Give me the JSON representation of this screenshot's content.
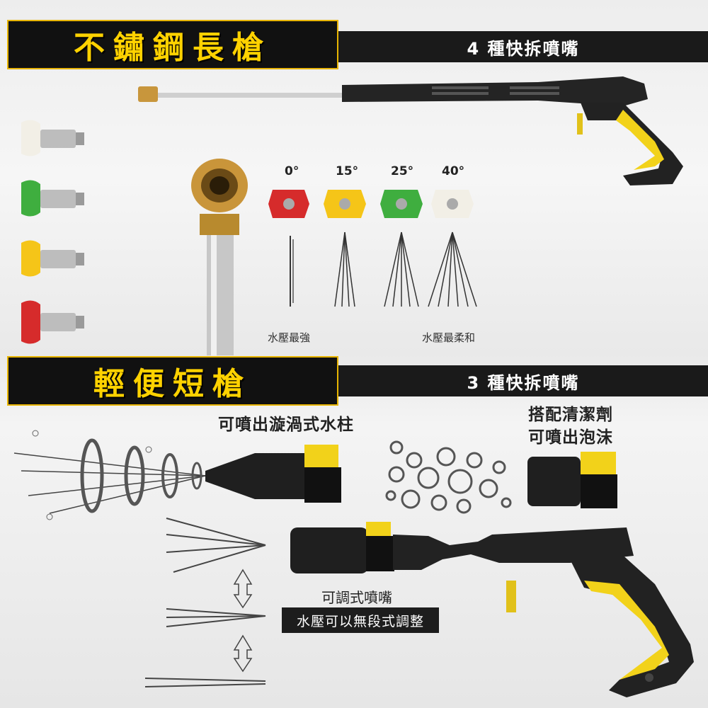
{
  "top": {
    "title": "不鏽鋼長槍",
    "bar_label": "4 種快拆噴嘴",
    "nozzle_angles": [
      "0°",
      "15°",
      "25°",
      "40°"
    ],
    "nozzle_colors": [
      "#d62b2b",
      "#f5c518",
      "#3fae3f",
      "#f2efe6"
    ],
    "strongest_label": "水壓最強",
    "softest_label": "水壓最柔和"
  },
  "bottom": {
    "title": "輕便短槍",
    "bar_label": "3 種快拆噴嘴",
    "vortex_label": "可噴出漩渦式水柱",
    "foam_label_1": "搭配清潔劑",
    "foam_label_2": "可噴出泡沫",
    "adjustable_label": "可調式噴嘴",
    "pressure_label": "水壓可以無段式調整"
  },
  "colors": {
    "accent_yellow": "#f2d21a",
    "title_text": "#ffd200",
    "dark_bar": "#1a1a1a"
  }
}
